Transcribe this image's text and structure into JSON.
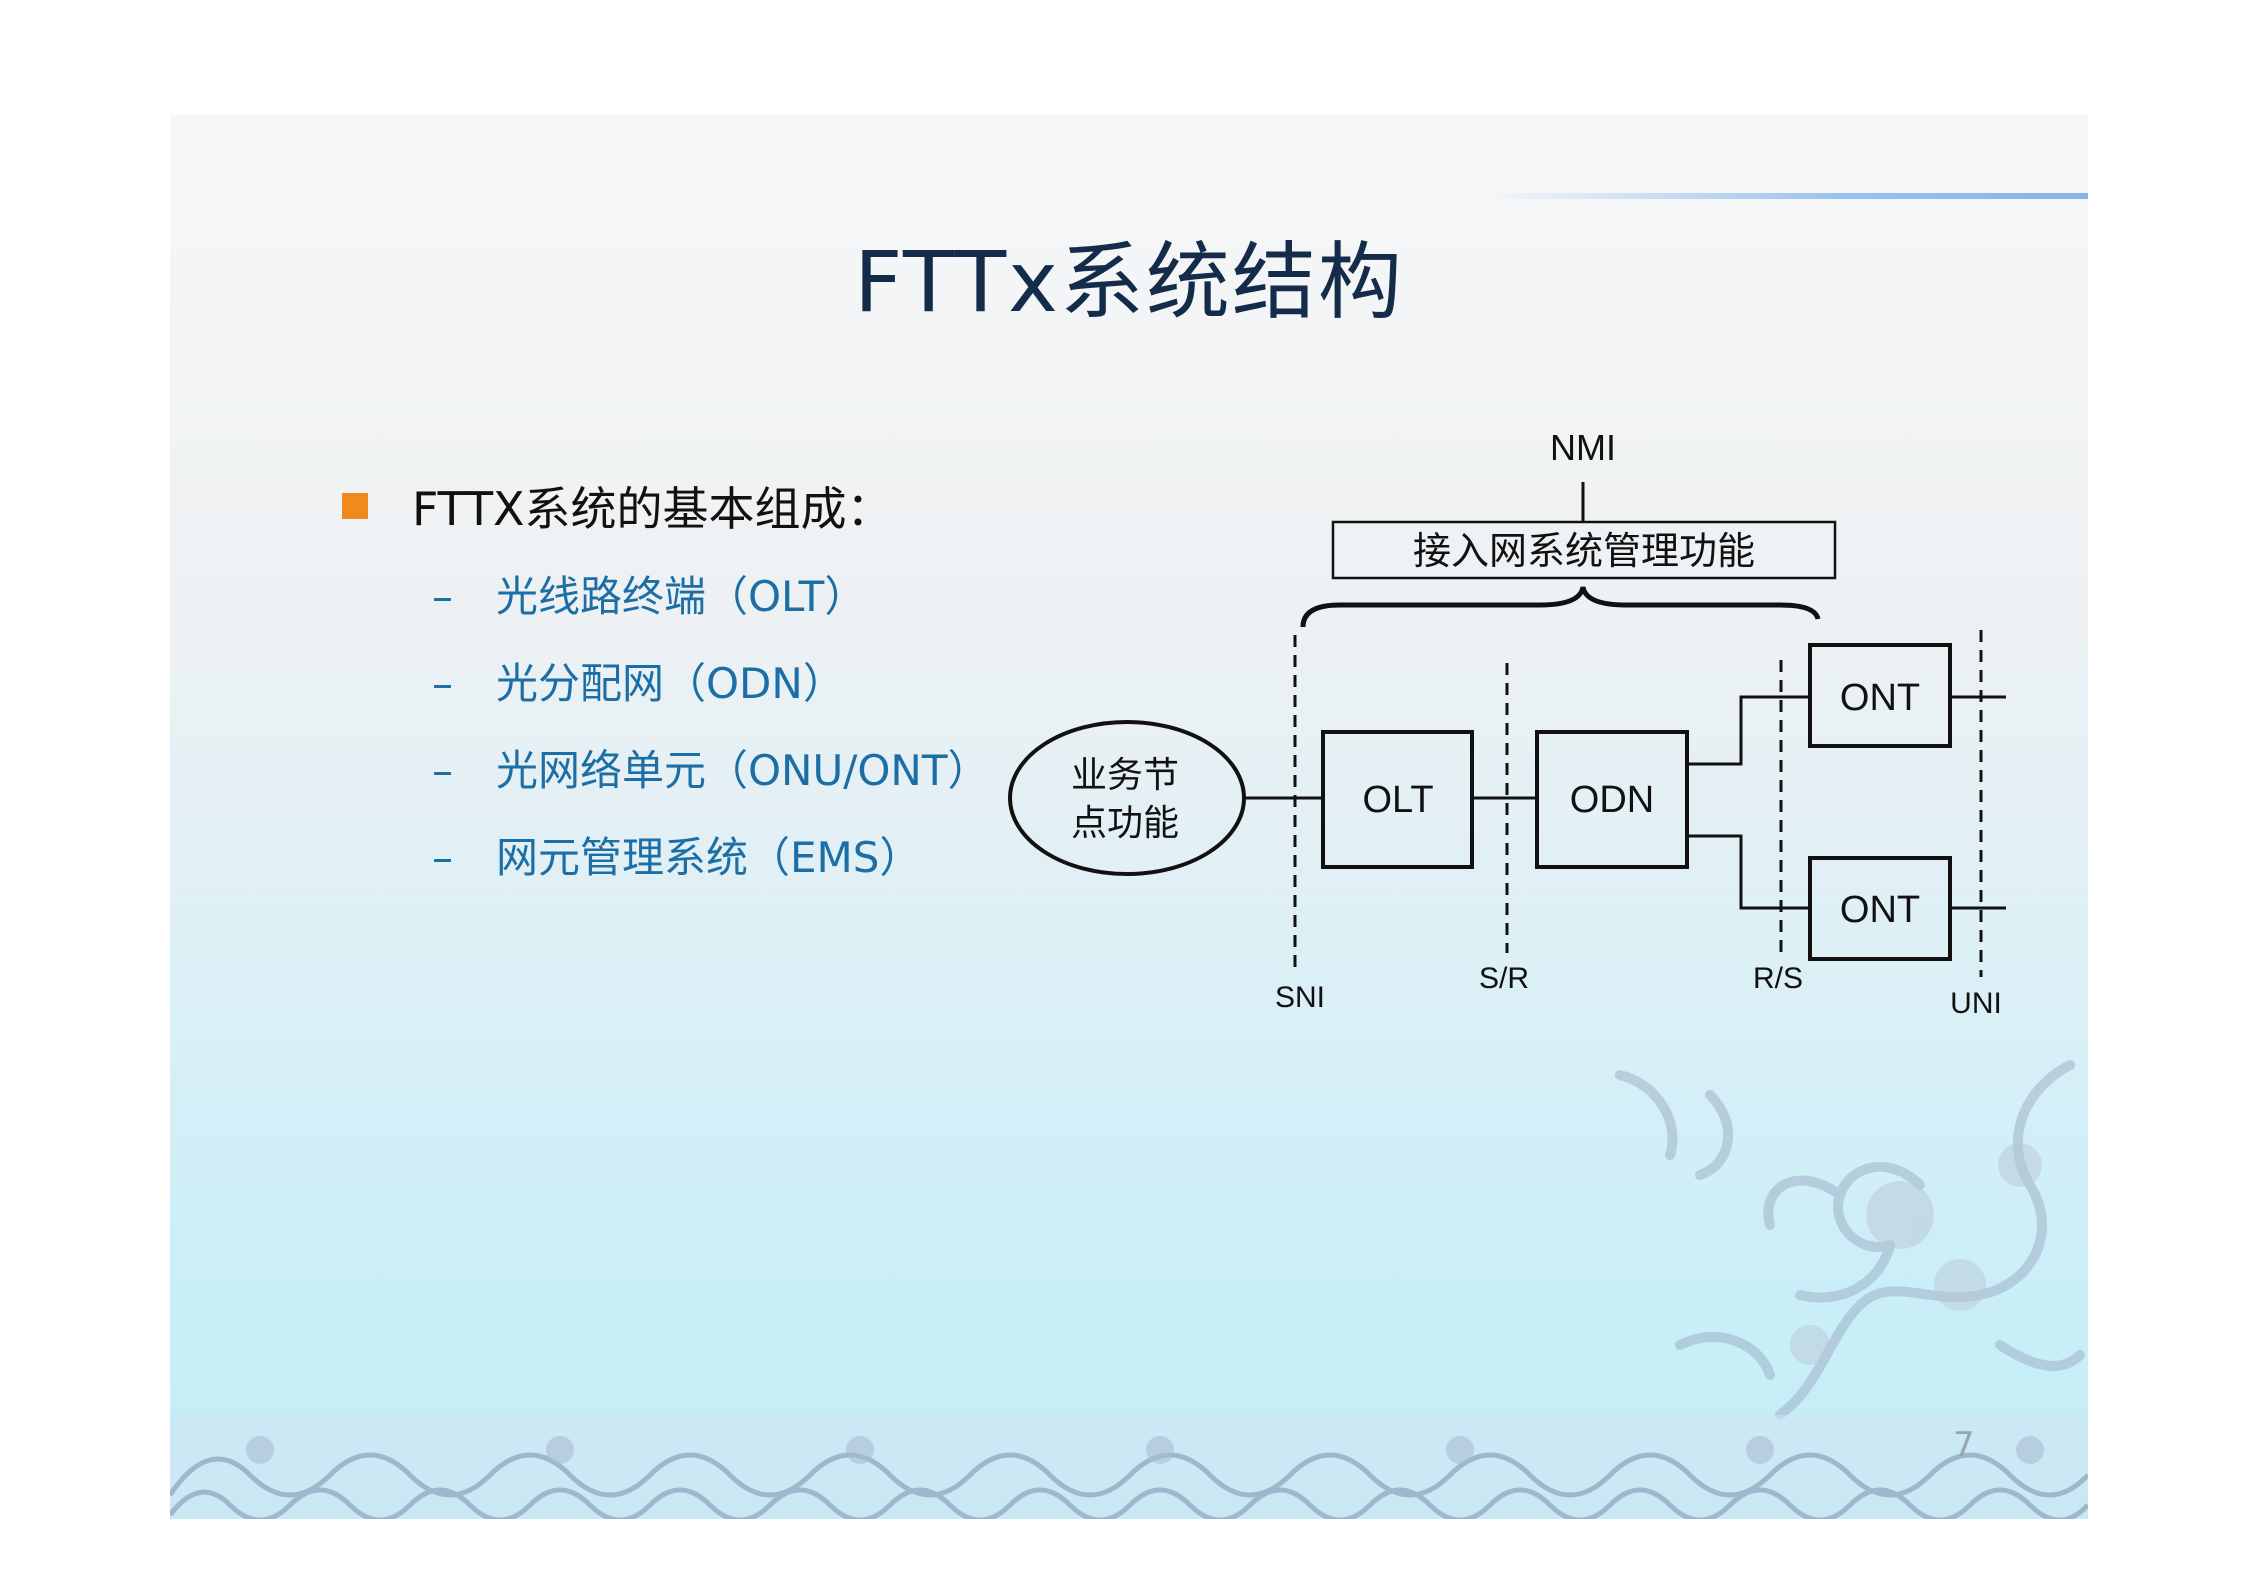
{
  "slide": {
    "title": "FTTx系统结构",
    "bullet": "FTTX系统的基本组成：",
    "sub_items": [
      "光线路终端（OLT）",
      "光分配网（ODN）",
      "光网络单元（ONU/ONT）",
      "网元管理系统（EMS）"
    ],
    "dash": "–",
    "page_number": "7"
  },
  "diagram": {
    "nmi": "NMI",
    "mgmt_box": "接入网系统管理功能",
    "service_node_line1": "业务节",
    "service_node_line2": "点功能",
    "olt": "OLT",
    "odn": "ODN",
    "ont_top": "ONT",
    "ont_bottom": "ONT",
    "sni": "SNI",
    "sr": "S/R",
    "rs": "R/S",
    "uni": "UNI"
  },
  "colors": {
    "title": "#142c4a",
    "bullet_square": "#f08a1c",
    "sub_text": "#1c6ea6",
    "diagram_ink": "#111111"
  }
}
